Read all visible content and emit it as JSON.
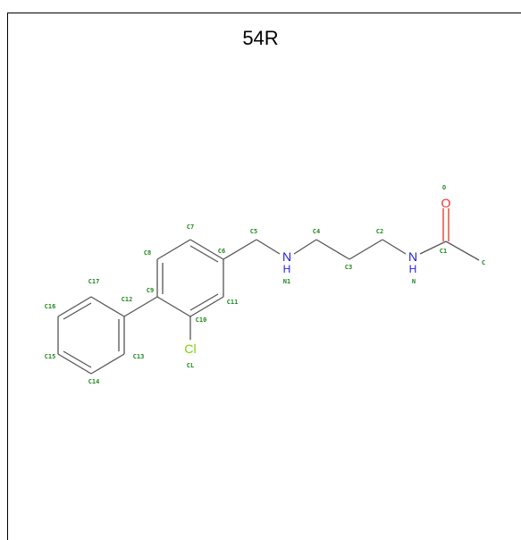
{
  "title": "54R",
  "colors": {
    "carbon_label": "#1f8a1f",
    "nitrogen": "#2323d6",
    "oxygen": "#e8312a",
    "chlorine": "#7fcf00",
    "bond": "#555555"
  },
  "elements": {
    "n1": "N",
    "h1": "H",
    "n2": "N",
    "h2": "H",
    "o": "O",
    "cl": "Cl"
  },
  "atom_labels": {
    "O": "O",
    "C1": "C1",
    "C": "C",
    "N": "N",
    "C2": "C2",
    "C3": "C3",
    "C4": "C4",
    "N1": "N1",
    "C5": "C5",
    "C6": "C6",
    "C7": "C7",
    "C8": "C8",
    "C9": "C9",
    "C10": "C10",
    "C11": "C11",
    "CL": "CL",
    "C12": "C12",
    "C13": "C13",
    "C14": "C14",
    "C15": "C15",
    "C16": "C16",
    "C17": "C17"
  }
}
